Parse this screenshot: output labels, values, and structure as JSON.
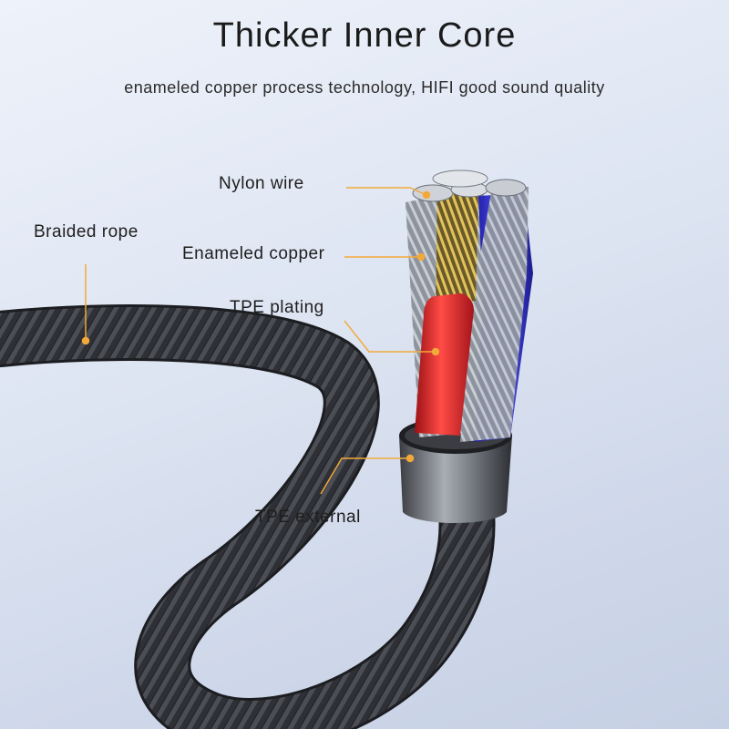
{
  "header": {
    "title": "Thicker Inner Core",
    "subtitle": "enameled copper process technology, HIFI good sound quality"
  },
  "labels": {
    "nylon_wire": "Nylon wire",
    "braided_rope": "Braided rope",
    "enameled_copper": "Enameled copper",
    "tpe_plating": "TPE plating",
    "tpe_external": "TPE external"
  },
  "colors": {
    "leader_line": "#f3a93a",
    "red_core": "#e1262b",
    "blue_core": "#2d2fe0",
    "gold_core": "#c9a43a",
    "silver_core": "#9aa1ab",
    "braid": "#2b2d31"
  }
}
